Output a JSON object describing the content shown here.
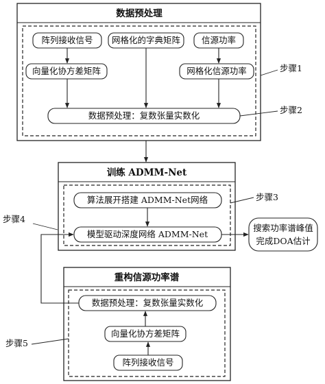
{
  "section1": {
    "title": "数据预处理",
    "node_array_signal": "阵列接收信号",
    "node_grid_dict": "网格化的字典矩阵",
    "node_source_power": "信源功率",
    "node_vec_cov": "向量化协方差矩阵",
    "node_grid_power": "网格化信源功率",
    "node_preprocess": "数据预处理：复数张量实数化"
  },
  "section2": {
    "title": "训练 ADMM-Net",
    "node_unfold": "算法展开搭建 ADMM-Net网络",
    "node_model": "模型驱动深度网络 ADMM-Net"
  },
  "output": {
    "line1": "搜索功率谱峰值",
    "line2": "完成DOA估计"
  },
  "section3": {
    "title": "重构信源功率谱",
    "node_preprocess": "数据预处理：复数张量实数化",
    "node_vec_cov": "向量化协方差矩阵",
    "node_array_signal": "阵列接收信号"
  },
  "steps": {
    "step1": "步骤1",
    "step2": "步骤2",
    "step3": "步骤3",
    "step4": "步骤4",
    "step5": "步骤5"
  }
}
